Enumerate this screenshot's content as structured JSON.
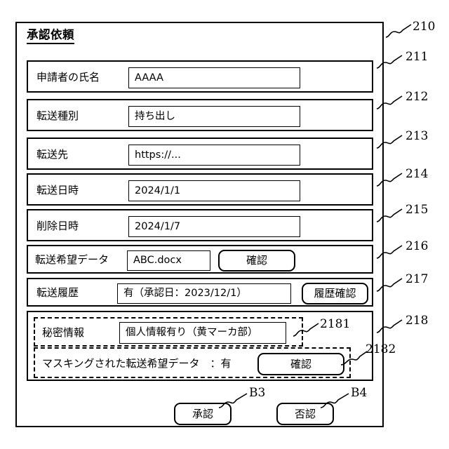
{
  "window": {
    "title": "承認依頼",
    "ref": "210"
  },
  "fields": [
    {
      "ref": "211",
      "label": "申請者の氏名",
      "value": "AAAA"
    },
    {
      "ref": "212",
      "label": "転送種別",
      "value": "持ち出し"
    },
    {
      "ref": "213",
      "label": "転送先",
      "value": "https://..."
    },
    {
      "ref": "214",
      "label": "転送日時",
      "value": "2024/1/1"
    },
    {
      "ref": "215",
      "label": "削除日時",
      "value": "2024/1/7"
    },
    {
      "ref": "216",
      "label": "転送希望データ",
      "value": "ABC.docx",
      "button": "確認"
    },
    {
      "ref": "217",
      "label": "転送履歴",
      "value": "有（承認日：2023/12/1）",
      "button": "履歴確認"
    }
  ],
  "secret_section": {
    "ref": "218",
    "confidential": {
      "ref": "2181",
      "label": "秘密情報",
      "value": "個人情報有り（黄マーカ部）"
    },
    "masked": {
      "ref": "2182",
      "label": "マスキングされた転送希望データ　：有",
      "button": "確認"
    }
  },
  "actions": [
    {
      "label": "承認",
      "ref": "B3"
    },
    {
      "label": "否認",
      "ref": "B4"
    }
  ]
}
